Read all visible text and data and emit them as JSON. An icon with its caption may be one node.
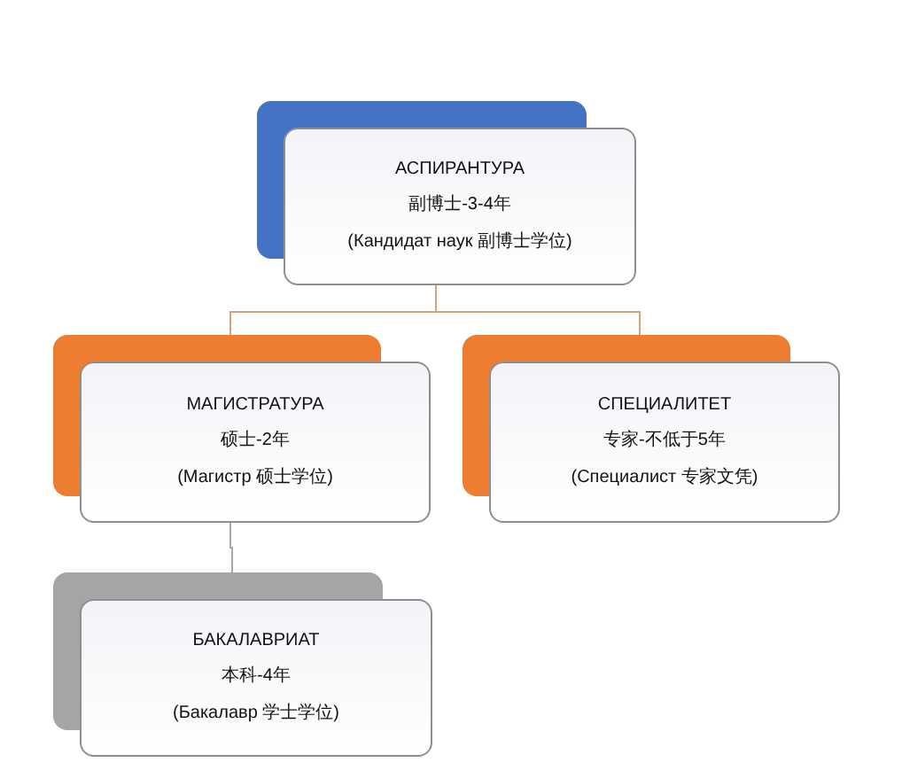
{
  "diagram": {
    "nodes": [
      {
        "text": [
          "АСПИРАНТУРА",
          "副博士-3-4年",
          "(Кандидат наук 副博士学位)"
        ]
      },
      {
        "text": [
          "МАГИСТРАТУРА",
          "硕士-2年",
          "(Магистр 硕士学位)"
        ]
      },
      {
        "text": [
          "СПЕЦИАЛИТЕТ",
          "专家-不低于5年",
          "(Специалист 专家文凭)"
        ]
      },
      {
        "text": [
          "БАКАЛАВРИАТ",
          "本科-4年",
          "(Бакалавр 学士学位)"
        ]
      }
    ],
    "edges": [
      {
        "from": 0,
        "to": 1,
        "arrow": "none"
      },
      {
        "from": 0,
        "to": 2,
        "arrow": "none"
      },
      {
        "from": 1,
        "to": 3,
        "arrow": "none",
        "color": "#a6a6a6"
      }
    ]
  }
}
